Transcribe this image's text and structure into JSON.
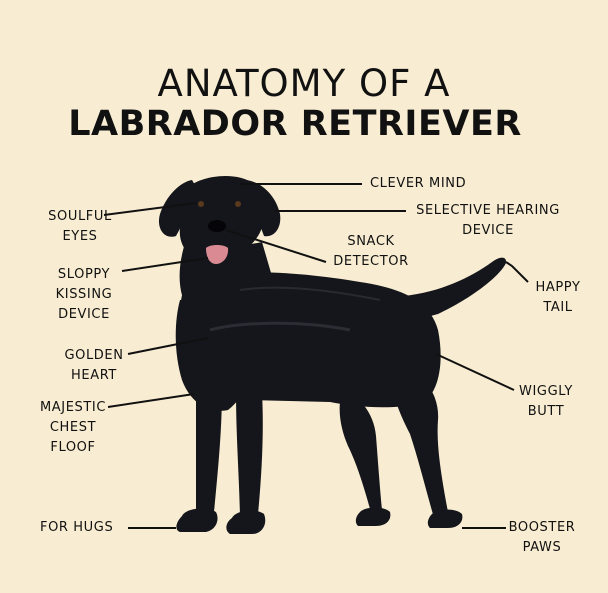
{
  "title": {
    "line1": "ANATOMY OF A",
    "line2": "LABRADOR RETRIEVER"
  },
  "colors": {
    "background": "#f8edd2",
    "dog": "#15161b",
    "lines": "#111111"
  },
  "labels": {
    "clever_mind": "CLEVER MIND",
    "selective_hearing": [
      "SELECTIVE HEARING",
      "DEVICE"
    ],
    "soulful_eyes": [
      "SOULFUL",
      "EYES"
    ],
    "snack_detector": [
      "SNACK",
      "DETECTOR"
    ],
    "sloppy_kissing": [
      "SLOPPY",
      "KISSING",
      "DEVICE"
    ],
    "happy_tail": [
      "HAPPY",
      "TAIL"
    ],
    "golden_heart": [
      "GOLDEN",
      "HEART"
    ],
    "wiggly_butt": [
      "WIGGLY",
      "BUTT"
    ],
    "majestic_chest": [
      "MAJESTIC",
      "CHEST",
      "FLOOF"
    ],
    "for_hugs": "FOR HUGS",
    "booster_paws": [
      "BOOSTER",
      "PAWS"
    ]
  }
}
